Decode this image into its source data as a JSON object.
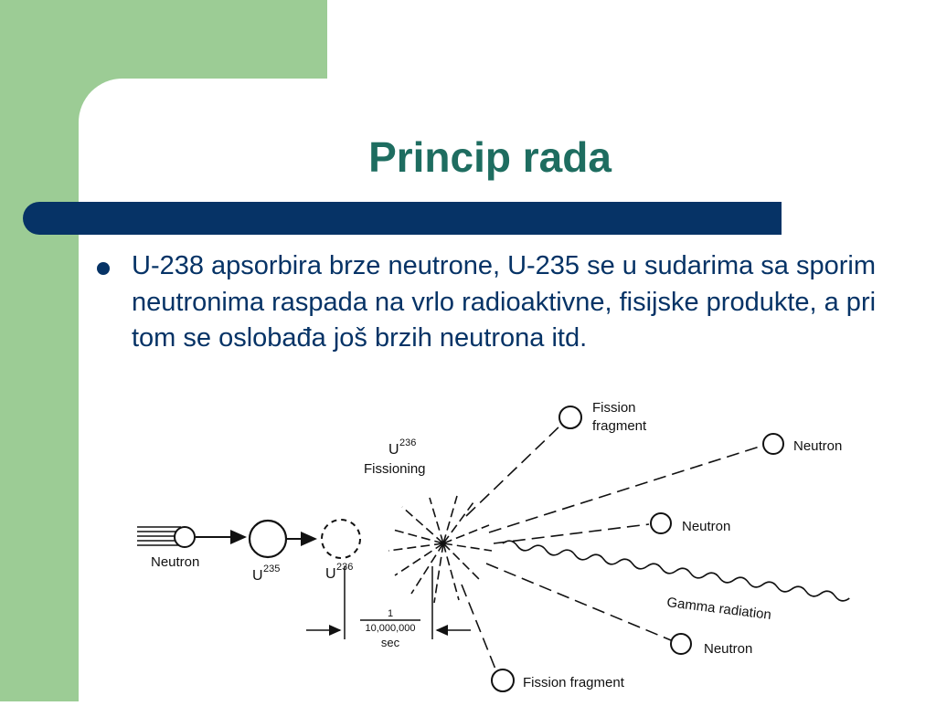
{
  "slide": {
    "title": "Princip rada",
    "bullet": "U-238 apsorbira brze neutrone, U-235 se u sudarima sa sporim neutronima raspada na vrlo radioaktivne, fisijske produkte, a pri tom se oslobađa još brzih neutrona itd."
  },
  "diagram": {
    "fission_fragment_top": [
      "Fission",
      "fragment"
    ],
    "neutron_upper": "Neutron",
    "neutron_middle": "Neutron",
    "neutron_lower": "Neutron",
    "fission_fragment_bottom": "Fission fragment",
    "gamma": "Gamma radiation",
    "neutron_incoming": "Neutron",
    "u235_base": "U",
    "u235_sup": "235",
    "u236_base": "U",
    "u236_sup": "236",
    "u236_top_base": "U",
    "u236_top_sup": "236",
    "fissioning": "Fissioning",
    "time_numerator": "1",
    "time_denominator": "10,000,000",
    "time_unit": "sec"
  },
  "colors": {
    "green": "#9ccc95",
    "navy": "#063366",
    "title_teal": "#1e6d60"
  }
}
